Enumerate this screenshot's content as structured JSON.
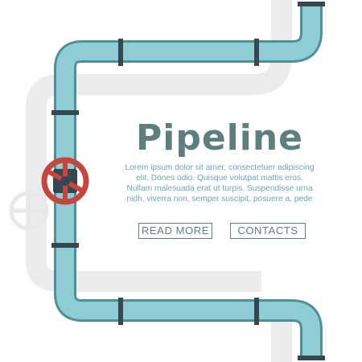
{
  "hero": {
    "title": "Pipeline",
    "body_lines": [
      "Lorem ipsum dolor sit amer, consectetuer adipiscing",
      "elit. Dones odio. Quisque volutpat mattis eros.",
      "Nullam malesuada erat ut turpis. Suspendisse urna",
      "nidh, viverra non, semper suscipit, posuere a, pede"
    ]
  },
  "buttons": {
    "read_more": "READ MORE",
    "contacts": "CONTACTS"
  },
  "colors": {
    "pipe": "#8fcdd4",
    "pipe_dark": "#4d8f9a",
    "pipe_shadow": "#ececec",
    "flange": "#37474f",
    "valve": "#c4463f",
    "title": "#5e7f80",
    "text": "#6aa7b3"
  },
  "icons": [
    "valve-wheel-icon"
  ]
}
